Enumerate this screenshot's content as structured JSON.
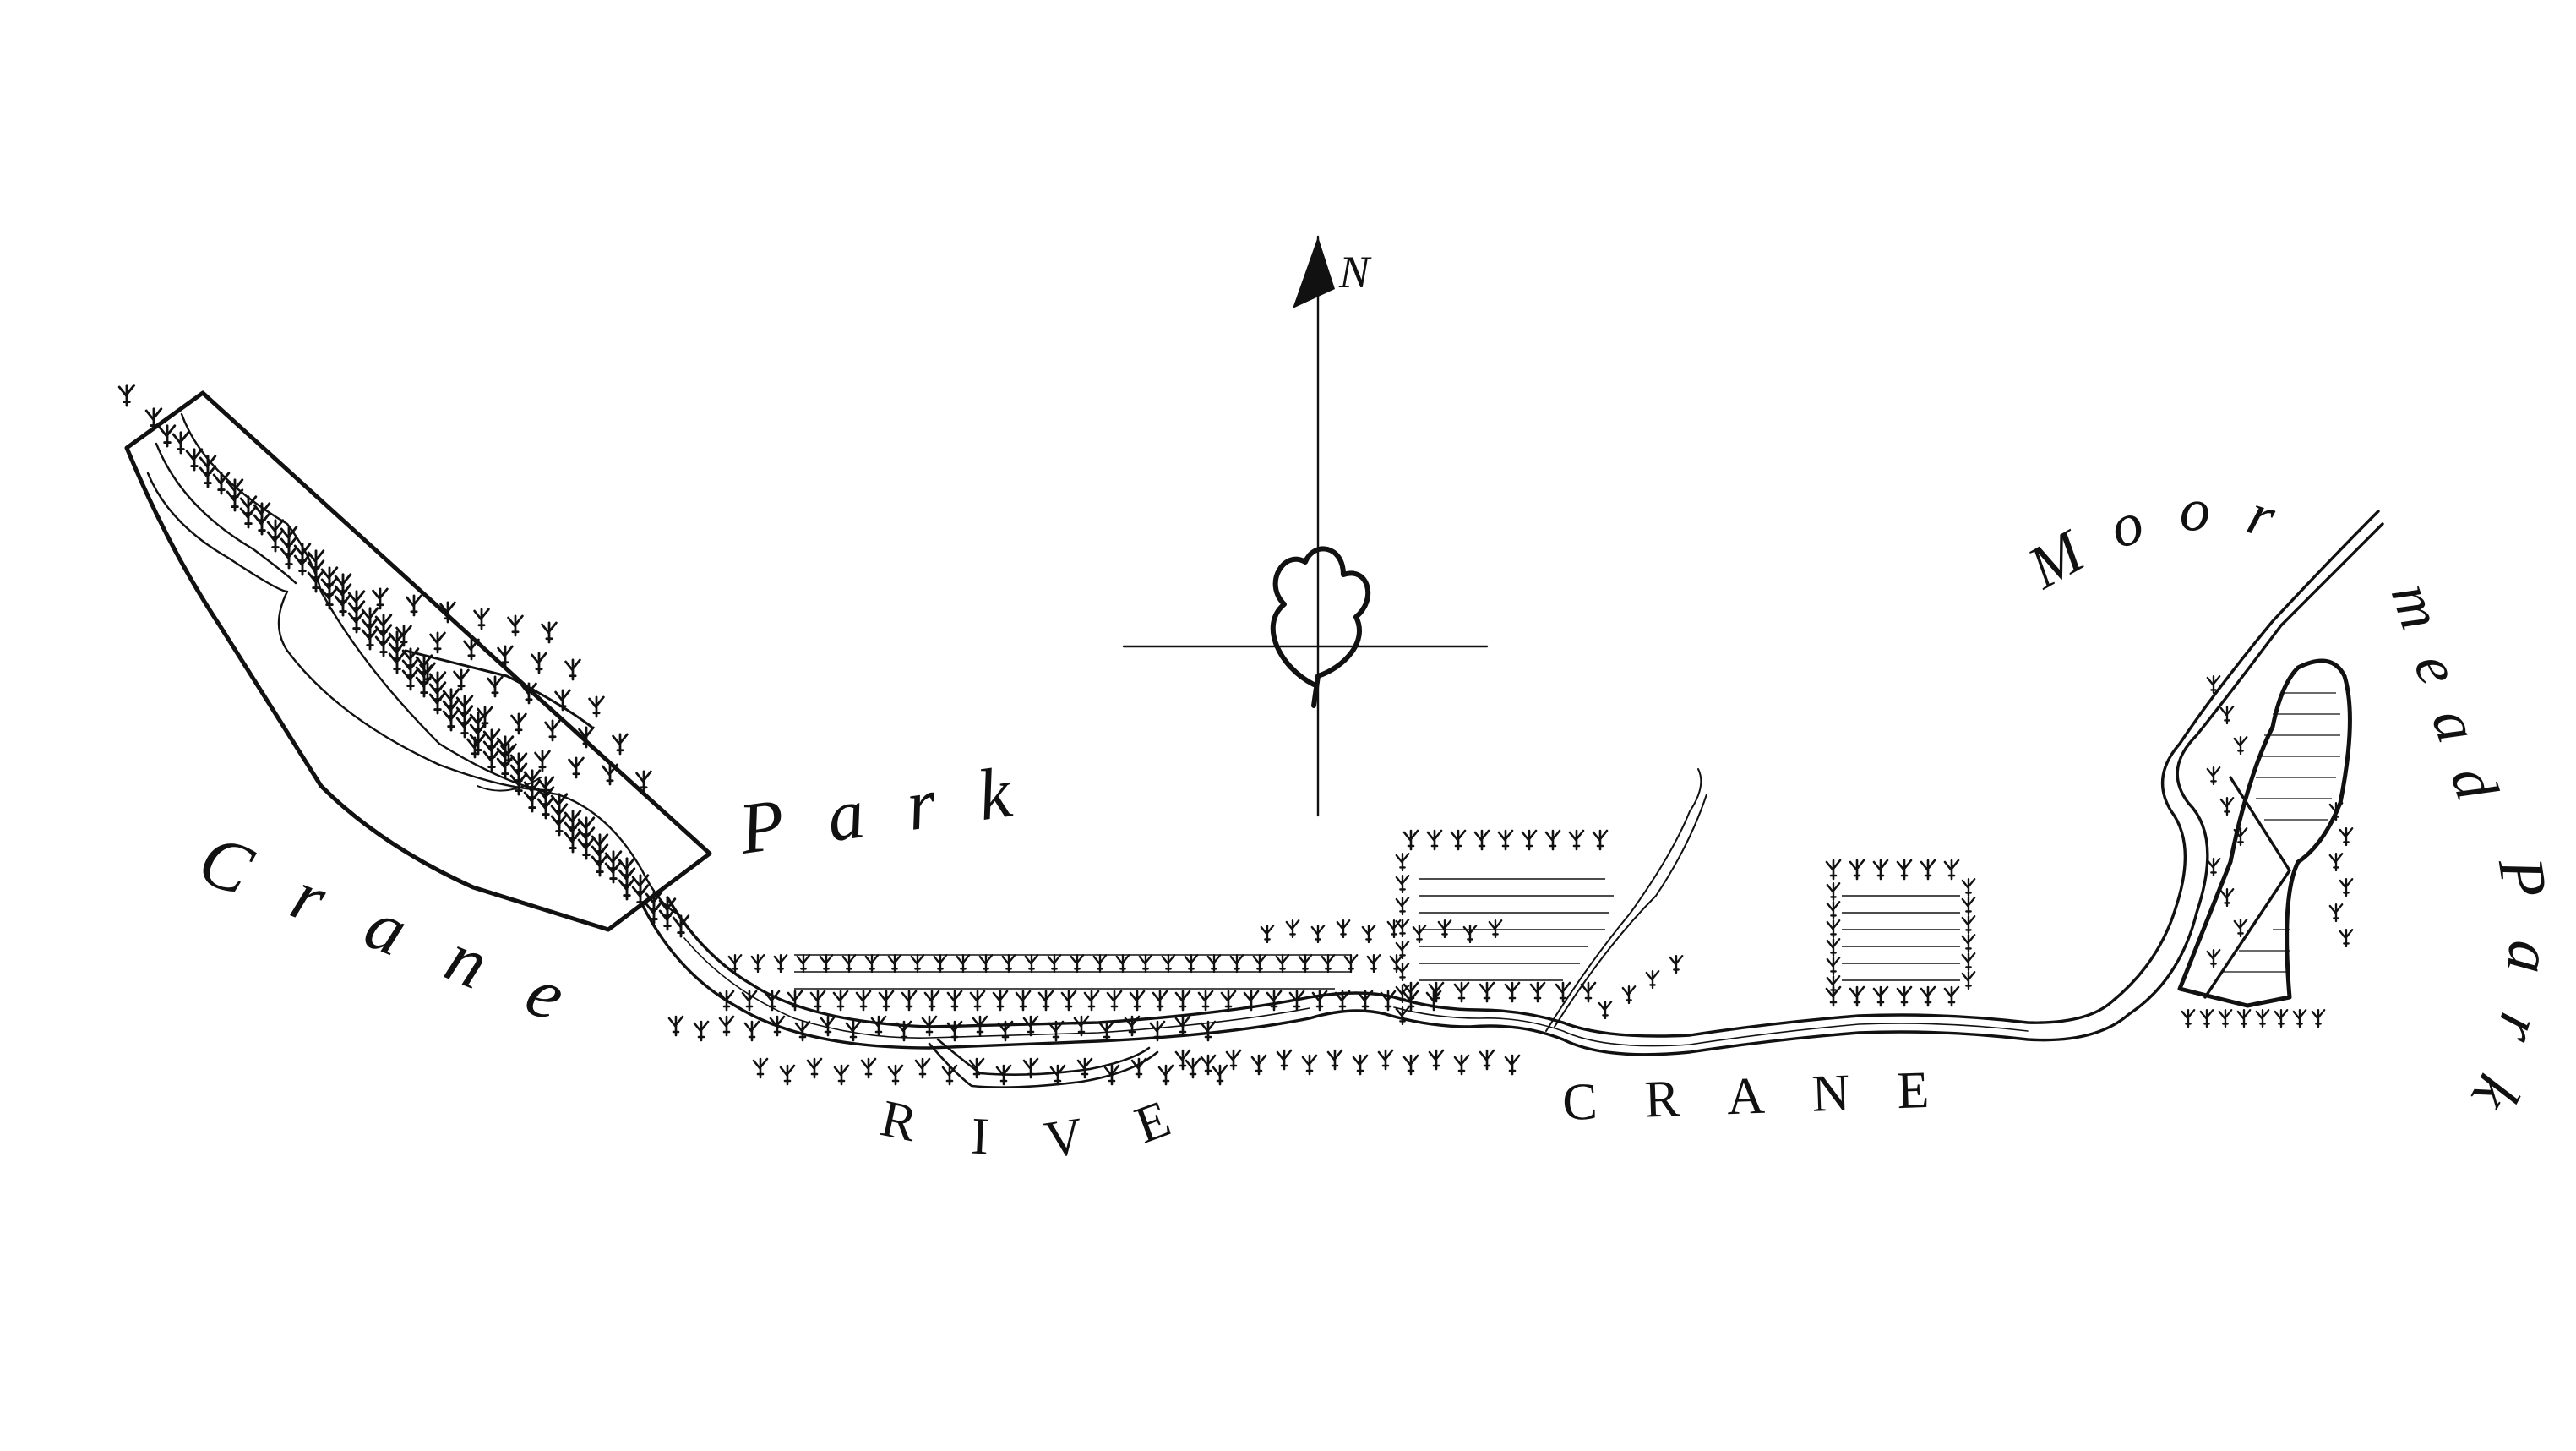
{
  "compass": {
    "north_letter": "N"
  },
  "labels": {
    "crane_park_1": "Crane",
    "crane_park_2": "Park",
    "river_1": "RIVER",
    "river_2": "CRANE",
    "moor_mead_1": "Moor",
    "moor_mead_2": "mead",
    "moor_mead_3": "Park"
  },
  "colors": {
    "ink": "#111111",
    "paper": "#ffffff"
  }
}
